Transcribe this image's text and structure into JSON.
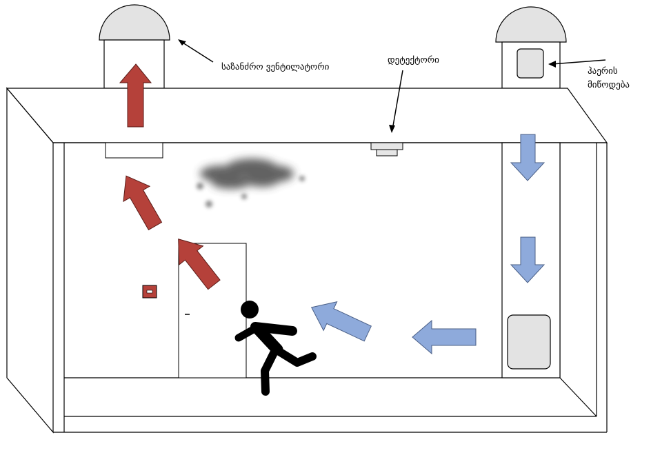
{
  "labels": {
    "smoke_exhaust_fan": "საზანძრო ვენტილატორი",
    "detector": "დეტექტორი",
    "air_supply_line1": "ჰაერის",
    "air_supply_line2": "მიწოდება"
  },
  "colors": {
    "exhaust_arrow": "#b5413a",
    "supply_arrow": "#8eaadb",
    "fan_dome": "#e3e3e3",
    "person": "#000000",
    "smoke": "#3a3a3a"
  }
}
